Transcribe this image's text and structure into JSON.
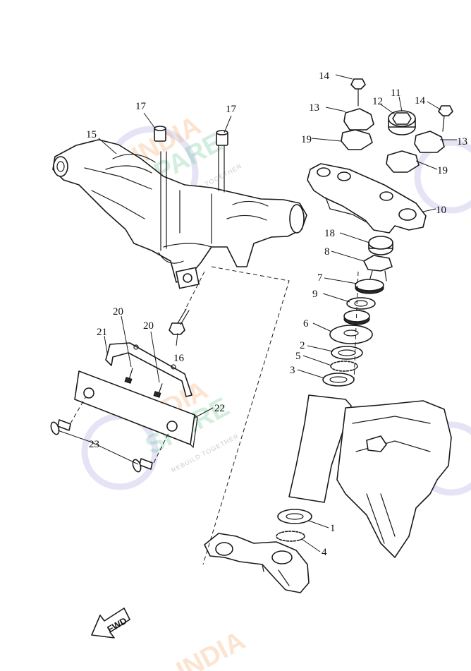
{
  "watermark": {
    "line1": "INDIA",
    "line2": "SPARE",
    "tagline": "REBUILD TOGETHER",
    "color_primary": "#f5a25d",
    "color_secondary": "#5cc48a",
    "color_ring": "#8a86d8"
  },
  "callouts": {
    "c1": "1",
    "c2": "2",
    "c3": "3",
    "c4": "4",
    "c5": "5",
    "c6": "6",
    "c7": "7",
    "c8": "8",
    "c9": "9",
    "c10": "10",
    "c11": "11",
    "c12": "12",
    "c13a": "13",
    "c13b": "13",
    "c14a": "14",
    "c14b": "14",
    "c15": "15",
    "c16": "16",
    "c17a": "17",
    "c17b": "17",
    "c18": "18",
    "c19a": "19",
    "c19b": "19",
    "c20a": "20",
    "c20b": "20",
    "c21": "21",
    "c22": "22",
    "c23": "23"
  },
  "direction_badge": {
    "text": "FWD",
    "icon": "arrow-forward-icon"
  }
}
